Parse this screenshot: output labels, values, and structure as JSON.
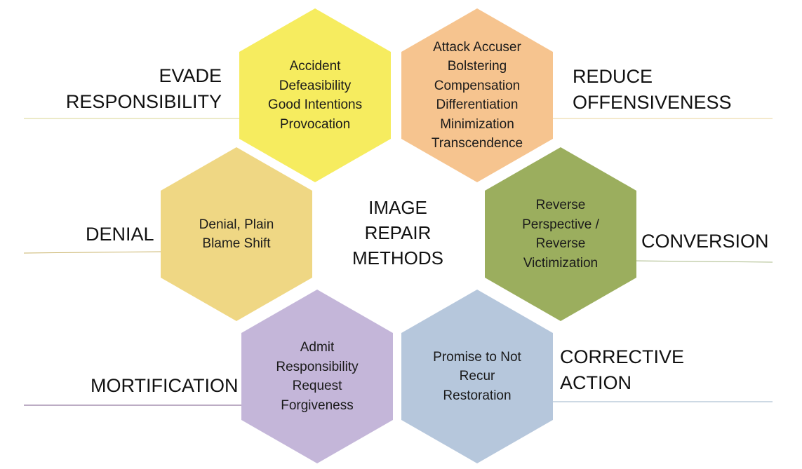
{
  "title": [
    "IMAGE",
    "REPAIR",
    "METHODS"
  ],
  "hexagons": [
    {
      "key": "evade",
      "color": "#f6ec5f",
      "lines": [
        "Accident",
        "Defeasibility",
        "Good Intentions",
        "Provocation"
      ]
    },
    {
      "key": "reduce",
      "color": "#f6c48f",
      "lines": [
        "Attack Accuser",
        "Bolstering",
        "Compensation",
        "Differentiation",
        "Minimization",
        "Transcendence"
      ]
    },
    {
      "key": "denial",
      "color": "#efd784",
      "lines": [
        "Denial, Plain",
        "Blame Shift"
      ]
    },
    {
      "key": "conversion",
      "color": "#9bae5e",
      "lines": [
        "Reverse",
        "Perspective /",
        "Reverse",
        "Victimization"
      ]
    },
    {
      "key": "mortification",
      "color": "#c4b6d9",
      "lines": [
        "Admit",
        "Responsibility",
        "Request",
        "Forgiveness"
      ]
    },
    {
      "key": "corrective",
      "color": "#b6c7dc",
      "lines": [
        "Promise to Not",
        "Recur",
        "Restoration"
      ]
    }
  ],
  "categories": [
    {
      "key": "evade",
      "lines": [
        "EVADE",
        "RESPONSIBILITY"
      ],
      "line_color": "#d8d490"
    },
    {
      "key": "reduce",
      "lines": [
        "REDUCE",
        "OFFENSIVENESS"
      ],
      "line_color": "#e8d39a"
    },
    {
      "key": "denial",
      "lines": [
        "DENIAL"
      ],
      "line_color": "#c9b36a"
    },
    {
      "key": "conversion",
      "lines": [
        "CONVERSION"
      ],
      "line_color": "#a9b986"
    },
    {
      "key": "mortification",
      "lines": [
        "MORTIFICATION"
      ],
      "line_color": "#7a5a8a"
    },
    {
      "key": "corrective",
      "lines": [
        "CORRECTIVE",
        "ACTION"
      ],
      "line_color": "#9bb3c9"
    }
  ]
}
